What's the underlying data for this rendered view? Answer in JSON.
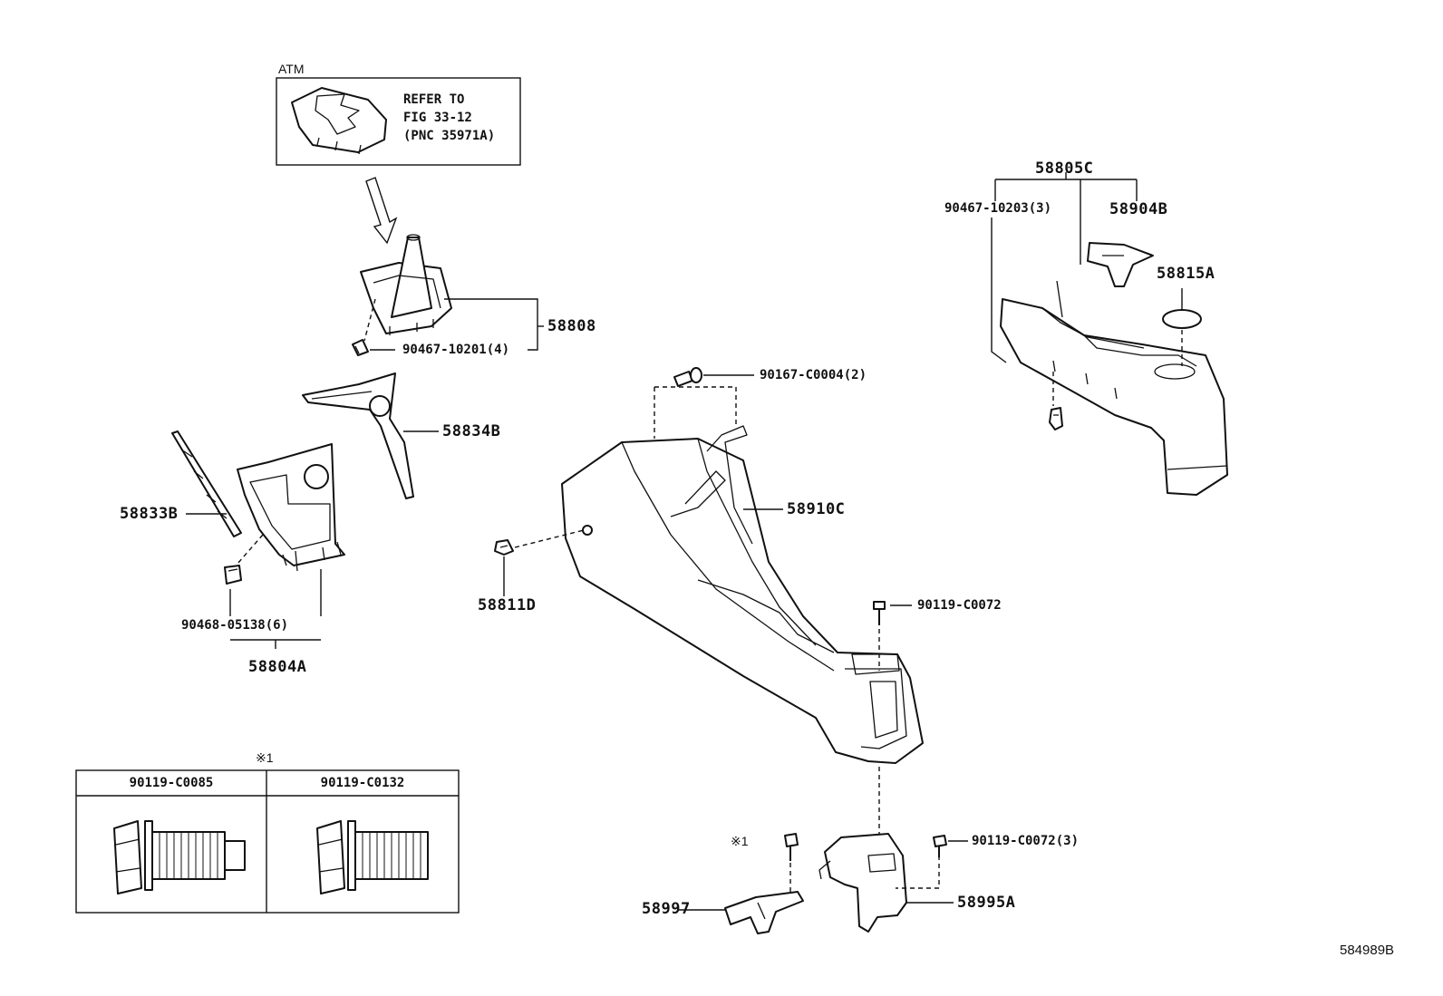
{
  "diagram_id": "584989B",
  "atm_box": {
    "title": "ATM",
    "note_line1": "REFER TO",
    "note_line2": "FIG 33-12",
    "note_line3": "(PNC 35971A)"
  },
  "parts": {
    "p58808": "58808",
    "p90467_10201": "90467-10201(4)",
    "p58834B": "58834B",
    "p58833B": "58833B",
    "p90468_05138": "90468-05138(6)",
    "p58804A": "58804A",
    "p90167_C0004": "90167-C0004(2)",
    "p58910C": "58910C",
    "p58811D": "58811D",
    "p90119_C0072": "90119-C0072",
    "p90119_C0072_3": "90119-C0072(3)",
    "p58995A": "58995A",
    "p58997": "58997",
    "p58805C": "58805C",
    "p90467_10203": "90467-10203(3)",
    "p58904B": "58904B",
    "p58815A": "58815A"
  },
  "reference_mark": "※1",
  "bolt_table": {
    "mark": "※1",
    "col1": "90119-C0085",
    "col2": "90119-C0132"
  }
}
